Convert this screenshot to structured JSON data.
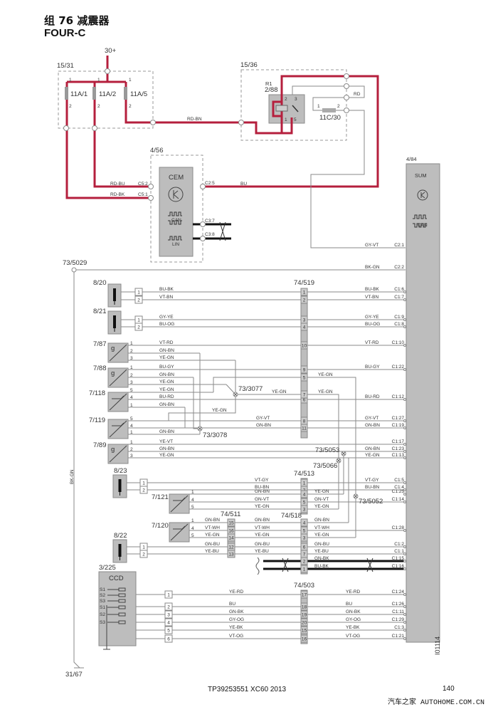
{
  "header": {
    "title": "组 76 减震器",
    "subtitle": "FOUR-C"
  },
  "footer": {
    "doc": "TP39253551 XC60 2013",
    "page": "140",
    "code": "I01114",
    "watermark": "汽车之家 AUTOHOME.COM.CN"
  },
  "top": {
    "supply": "30+",
    "fusebox": "15/31",
    "fuses": [
      "11A/1",
      "11A/2",
      "11A/5"
    ],
    "pin1": "1",
    "pin2": "2",
    "relaybox": "15/36",
    "relay": "R1",
    "relay_id": "2/88",
    "relay_pins": [
      "2",
      "3",
      "1",
      "5"
    ],
    "fuse2": "11C/30",
    "wire_rd_bn": "RD-BN",
    "wire_rd": "RD",
    "cem_box": "4/56",
    "cem": "CEM",
    "can": "CAN",
    "lin": "LIN",
    "cem_pins": {
      "c52": "C5:2",
      "c51": "C5:1",
      "c25": "C2:5",
      "c37": "C3:7",
      "c38": "C3:8"
    },
    "wire_rd_bu": "RD-BU",
    "wire_rd_bk": "RD-BK",
    "wire_bu": "BU",
    "sum_box": "4/84",
    "sum": "SUM",
    "sum_can": "CAN",
    "wire_gy_vt": "GY-VT",
    "sum_c21": "C2:1",
    "splice_ground": "73/5029",
    "wire_bk_gn": "BK-GN",
    "sum_c22": "C2:2",
    "ground": "31/67"
  },
  "components": [
    "8/20",
    "8/21",
    "7/87",
    "7/88",
    "7/118",
    "7/119",
    "7/89",
    "8/23",
    "7/121",
    "7/120",
    "8/22",
    "3/225"
  ],
  "connectors": [
    "74/519",
    "74/513",
    "74/511",
    "74/518",
    "74/503"
  ],
  "splices": [
    "73/3077",
    "73/3078",
    "73/5053",
    "73/5066",
    "73/5052"
  ],
  "ccd": {
    "label": "CCD",
    "switches": [
      "S1",
      "S2",
      "S3",
      "S1",
      "S2",
      "S3"
    ]
  },
  "g_label": "g",
  "links": [
    {
      "mid": "5",
      "rwire": "YE-GN"
    },
    {
      "wire": "YE-GN",
      "mid": "7",
      "rwire": "YE-GN"
    },
    {
      "wire": "YE-GN"
    }
  ],
  "rows": [
    {
      "inline": "1",
      "wire": "BU-BK",
      "mid": "1",
      "rwire": "BU-BK",
      "sum": "C1:6"
    },
    {
      "inline": "2",
      "wire": "VT-BN",
      "mid": "2",
      "rwire": "VT-BN",
      "sum": "C1:7"
    },
    {
      "inline": "1",
      "wire": "GY-YE",
      "mid": "3",
      "rwire": "GY-YE",
      "sum": "C1:9"
    },
    {
      "inline": "2",
      "wire": "BU-OG",
      "mid": "4",
      "rwire": "BU-OG",
      "sum": "C1:8"
    },
    {
      "pin": "1",
      "wire": "VT-RD",
      "mid": "10",
      "rwire": "VT-RD",
      "sum": "C1:10"
    },
    {
      "pin": "2",
      "wire": "GN-BN"
    },
    {
      "pin": "3",
      "wire": "YE-GN"
    },
    {
      "pin": "1",
      "wire": "BU-GY",
      "mid": "9",
      "rwire": "BU-GY",
      "sum": "C1:22"
    },
    {
      "pin": "2",
      "wire": "GN-BN"
    },
    {
      "pin": "3",
      "wire": "YE-GN"
    },
    {
      "pin": "5",
      "wire": "YE-GN"
    },
    {
      "pin": "4",
      "wire": "BU-RD",
      "mid": "6",
      "rwire": "BU-RD",
      "sum": "C1:12"
    },
    {
      "pin": "1",
      "wire": "GN-BN"
    },
    {
      "pin": "5",
      "wire": "GY-VT",
      "mid": "8",
      "rwire": "GY-VT",
      "sum": "C1:27"
    },
    {
      "pin": "4",
      "wire": "GN-BN",
      "mid": "11",
      "rwire": "GN-BN",
      "sum": "C1:19"
    },
    {
      "pin": "1",
      "wire": "GN-BN"
    },
    {
      "pin": "1",
      "wire": "YE-VT",
      "sum": "C1:17"
    },
    {
      "pin": "2",
      "wire": "GN-BN",
      "rwire": "GN-BN",
      "sum": "C1:23"
    },
    {
      "pin": "3",
      "wire": "YE-GN",
      "rwire": "YE-GN",
      "sum": "C1:13"
    },
    {
      "inline": "1",
      "wire": "VT-GY",
      "mid": "1",
      "rwire": "VT-GY",
      "sum": "C1:5"
    },
    {
      "inline": "2",
      "wire": "BU-BN",
      "mid": "2",
      "rwire": "BU-BN",
      "sum": "C1:4"
    },
    {
      "pin": "1",
      "wire": "GN-BN",
      "mid": "4",
      "rwire": "YE-GN",
      "sum": "C1:25"
    },
    {
      "pin": "4",
      "wire": "GN-VT",
      "mid": "5",
      "rwire": "GN-VT",
      "sum": "C1:14"
    },
    {
      "pin": "5",
      "wire": "YE-GN",
      "mid": "3",
      "rwire": "YE-GN"
    },
    {
      "pin": "1",
      "wire": "GN-BN",
      "p511": "15",
      "wire2": "GN-BN",
      "mid": "4",
      "rwire": "GN-BN"
    },
    {
      "pin": "4",
      "wire": "VT-WH",
      "p511": "16",
      "wire2": "VT-WH",
      "mid": "5",
      "rwire": "VT-WH",
      "sum": "C1:28"
    },
    {
      "pin": "5",
      "wire": "YE-GN",
      "p511": "14",
      "wire2": "YE-GN",
      "mid": "3",
      "rwire": "YE-GN"
    },
    {
      "inline": "1",
      "wire": "GN-BU",
      "p511": "12",
      "wire2": "GN-BU",
      "mid": "6",
      "rwire": "GN-BU",
      "sum": "C1:2"
    },
    {
      "inline": "2",
      "wire": "YE-BU",
      "p511": "13",
      "wire2": "YE-BU",
      "mid": "7",
      "rwire": "YE-BU",
      "sum": "C1:1"
    },
    {
      "mid": "2",
      "rwire": "GN-BK",
      "sum": "C1:15"
    },
    {
      "mid": "1",
      "rwire": "BU-BK",
      "sum": "C1:16"
    },
    {
      "inline": "1",
      "wire": "YE-RD",
      "mid": "17",
      "rwire": "YE-RD",
      "sum": "C1:24"
    },
    {
      "inline": "2",
      "wire": "BU",
      "mid": "18",
      "rwire": "BU",
      "sum": "C1:26"
    },
    {
      "inline": "3",
      "wire": "GN-BK",
      "mid": "19",
      "rwire": "GN-BK",
      "sum": "C1:11"
    },
    {
      "inline": "4",
      "wire": "GY-OG",
      "mid": "20",
      "rwire": "GY-OG",
      "sum": "C1:29"
    },
    {
      "inline": "5",
      "wire": "YE-BK",
      "mid": "15",
      "rwire": "YE-BK",
      "sum": "C1:3"
    },
    {
      "inline": "6",
      "wire": "VT-OG",
      "mid": "16",
      "rwire": "VT-OG",
      "sum": "C1:21"
    }
  ]
}
